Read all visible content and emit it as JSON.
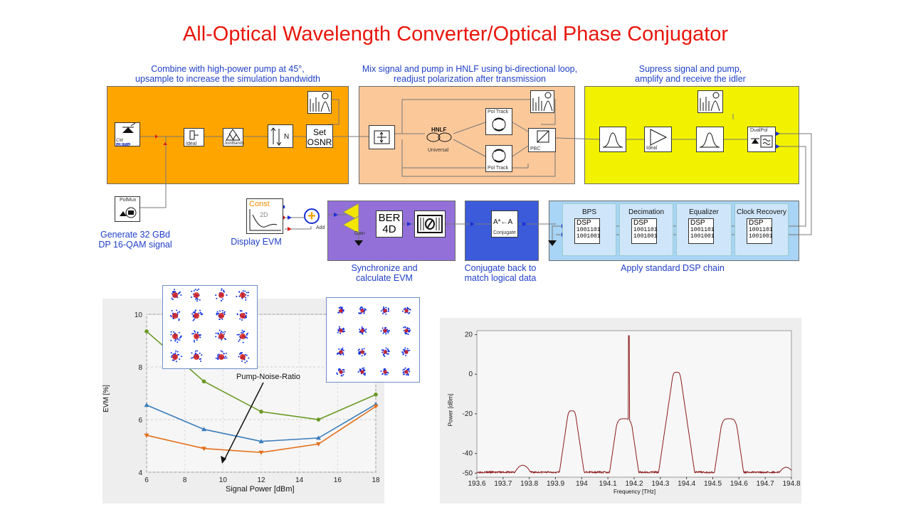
{
  "title": "All-Optical Wavelength Converter/Optical Phase Conjugator",
  "captions": {
    "combine": "Combine with high-power pump at 45°,\nupsample to increase the simulation bandwidth",
    "mix": "Mix signal and pump in HNLF using bi-directional loop,\nreadjust polarization after transmission",
    "supress": "Supress signal and pump,\namplify and receive the idler",
    "generate": "Generate 32 GBd\nDP 16-QAM signal",
    "display_evm": "Display EVM",
    "sync": "Synchronize and\ncalculate EVM",
    "conjugate": "Conjugate back to\nmatch logical data",
    "dsp_chain": "Apply standard DSP chain",
    "pump_noise": "Pump-Noise-Ratio"
  },
  "modules": {
    "cw": "CW",
    "pump": "PUMP",
    "ideal1": "Ideal",
    "joinbands": "JoinBands",
    "upsample_n": "N",
    "set_osnr": "Set\nOSNR",
    "hnlf": "HNLF",
    "universal": "Universal",
    "pol_track_top": "Pol Track",
    "pol_track_bottom": "Pol Track",
    "pbc": "PBC",
    "ideal2": "Ideal",
    "dualpol": "DualPol",
    "polmux": "PolMux",
    "const": "Const",
    "const_2d": "2D",
    "add": "Add",
    "gain": "Gain",
    "ber": "BER\n4D",
    "conj_formula": "A*←A",
    "conjugate": "Conjugate"
  },
  "dsp": [
    {
      "label": "BPS",
      "box": "DSP",
      "bits1": "1001101",
      "bits2": "1001001"
    },
    {
      "label": "Decimation",
      "box": "DSP",
      "bits1": "1001101",
      "bits2": "1001001"
    },
    {
      "label": "Equalizer",
      "box": "DSP",
      "bits1": "1001101",
      "bits2": "1001001"
    },
    {
      "label": "Clock Recovery",
      "box": "DSP",
      "bits1": "1001101",
      "bits2": "1001001"
    }
  ],
  "colors": {
    "orange_block": "#ffa500",
    "peach_block": "#fbc89a",
    "yellow_block": "#f2f200",
    "purple_block": "#9370d8",
    "blue_block": "#3b5bdb",
    "dsp_block": "#a8d4f5",
    "series_green": "#6a9a24",
    "series_blue": "#3a7dbc",
    "series_orange": "#e4701c",
    "spectrum": "#8b1a1a"
  },
  "chart_data": [
    {
      "type": "line",
      "xlabel": "Signal Power [dBm]",
      "ylabel": "EVM [%]",
      "xlim": [
        6,
        18
      ],
      "ylim": [
        4,
        10
      ],
      "xticks": [
        6,
        8,
        10,
        12,
        14,
        16,
        18
      ],
      "yticks": [
        4,
        6,
        8,
        10
      ],
      "grid": true,
      "series": [
        {
          "x": [
            6,
            9,
            12,
            15,
            18
          ],
          "values": [
            9.35,
            7.45,
            6.3,
            6.0,
            6.95
          ],
          "marker": "circle"
        },
        {
          "x": [
            6,
            9,
            12,
            15,
            18
          ],
          "values": [
            6.55,
            5.63,
            5.17,
            5.3,
            6.58
          ],
          "marker": "triangle-up"
        },
        {
          "x": [
            6,
            9,
            12,
            15,
            18
          ],
          "values": [
            5.4,
            4.9,
            4.75,
            5.07,
            6.5
          ],
          "marker": "triangle-down"
        }
      ]
    },
    {
      "type": "line",
      "xlabel": "Frequency [THz]",
      "ylabel": "Power [dBm]",
      "xlim": [
        193.6,
        194.8
      ],
      "ylim": [
        -52,
        22
      ],
      "xticks": [
        193.6,
        193.7,
        193.8,
        193.9,
        194,
        194.1,
        194.2,
        194.3,
        194.4,
        194.5,
        194.6,
        194.7,
        194.8
      ],
      "xticklabels": [
        "193.6",
        "193.7",
        "193.8",
        "193.9",
        "194",
        "194.1",
        "194.2",
        "194.3",
        "194.4",
        "194.5",
        "194.6",
        "194.7",
        "194.8"
      ],
      "yticks": [
        -50,
        -40,
        -20,
        0,
        20
      ],
      "floor": -49.5,
      "features": [
        {
          "kind": "small-bump",
          "center": 193.775,
          "width": 0.05,
          "peak": -46
        },
        {
          "kind": "channel",
          "center": 193.962,
          "width": 0.034,
          "peak": -18.5
        },
        {
          "kind": "channel",
          "center": 194.162,
          "width": 0.06,
          "peak": -22.5
        },
        {
          "kind": "pump-line",
          "center": 194.18,
          "peak": 19.5
        },
        {
          "kind": "channel",
          "center": 194.362,
          "width": 0.034,
          "peak": 1
        },
        {
          "kind": "channel",
          "center": 194.562,
          "width": 0.06,
          "peak": -22.5
        },
        {
          "kind": "small-bump",
          "center": 194.78,
          "width": 0.05,
          "peak": -47
        }
      ]
    }
  ]
}
